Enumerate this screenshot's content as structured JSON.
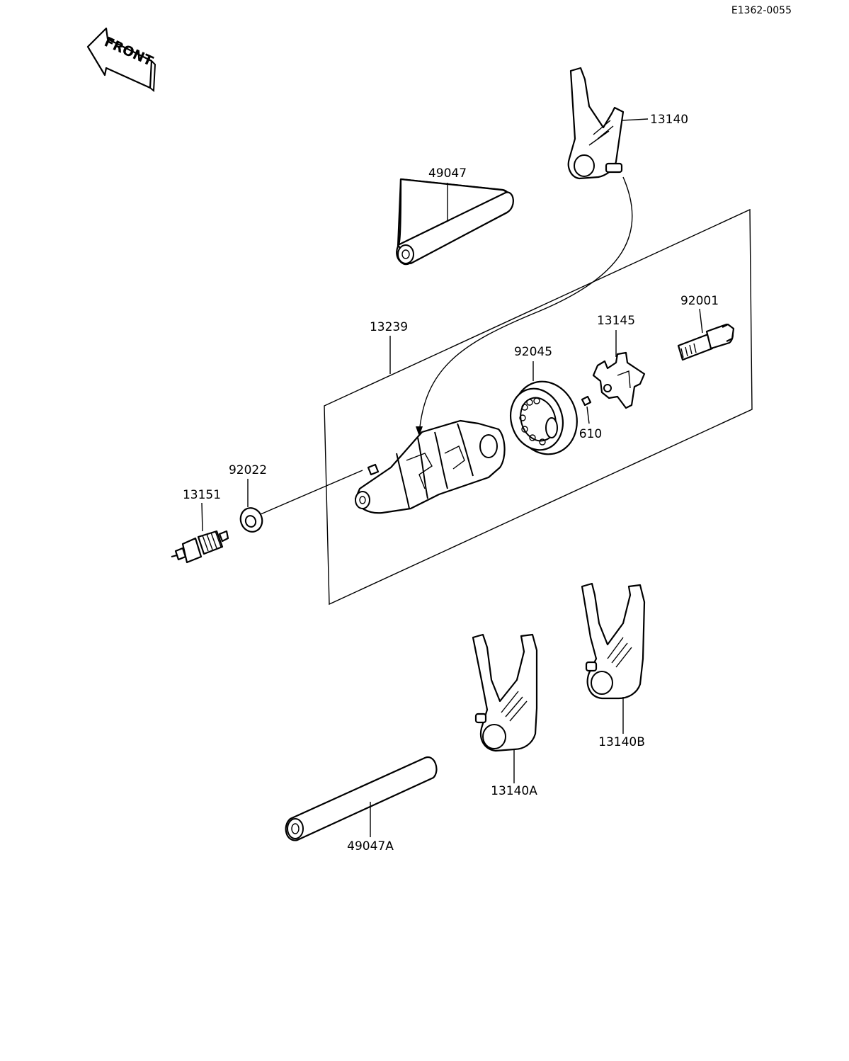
{
  "reference_code": "E1362-0055",
  "front_arrow_label": "FRONT",
  "parts": {
    "fork_top": "13140",
    "shaft_upper": "49047",
    "drum_assembly": "13239",
    "bearing": "92045",
    "cam_plate": "13145",
    "bolt": "92001",
    "pin": "610",
    "washer": "92022",
    "switch": "13151",
    "fork_a": "13140A",
    "fork_b": "13140B",
    "shaft_lower": "49047A"
  }
}
